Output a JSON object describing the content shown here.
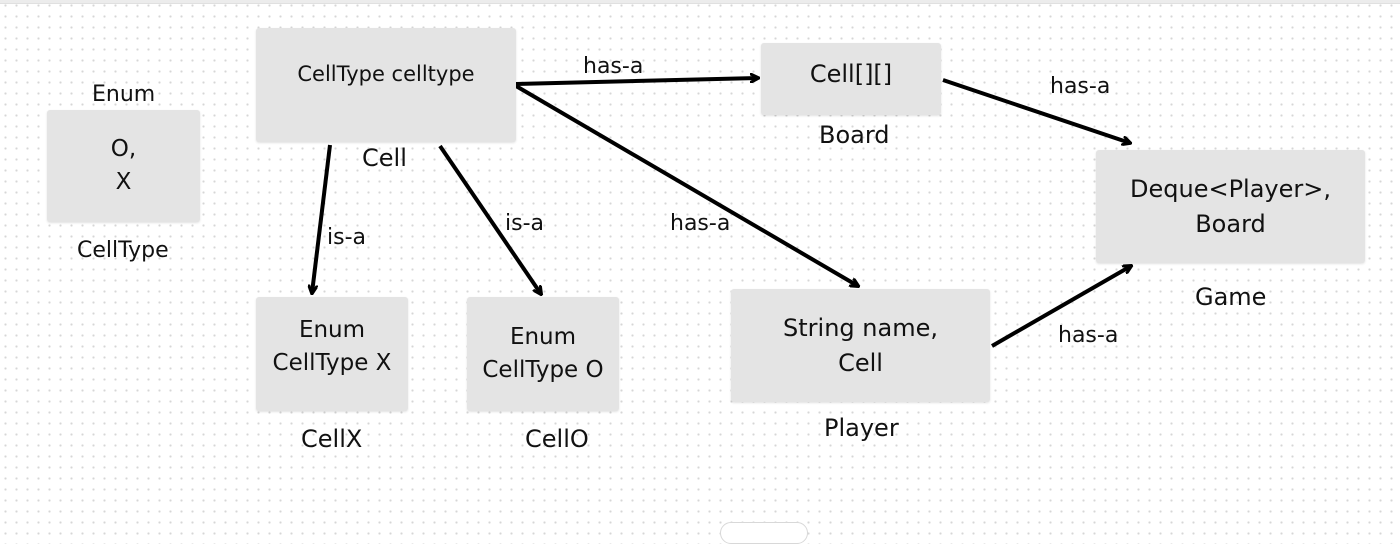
{
  "nodes": {
    "celltype_enum": {
      "text": "O,\nX",
      "caption": "CellType",
      "header": "Enum"
    },
    "cell": {
      "text": "CellType celltype",
      "caption": "Cell"
    },
    "board": {
      "text": "Cell[][]",
      "caption": "Board"
    },
    "game": {
      "text": "Deque<Player>,\nBoard",
      "caption": "Game"
    },
    "cellx": {
      "text": "Enum\nCellType X",
      "caption": "CellX"
    },
    "cello": {
      "text": "Enum\nCellType O",
      "caption": "CellO"
    },
    "player": {
      "text": "String name,\nCell",
      "caption": "Player"
    }
  },
  "edges": [
    {
      "from": "Cell",
      "to": "Board",
      "label": "has-a"
    },
    {
      "from": "Board",
      "to": "Game",
      "label": "has-a"
    },
    {
      "from": "Cell",
      "to": "Player",
      "label": "has-a"
    },
    {
      "from": "Player",
      "to": "Game",
      "label": "has-a"
    },
    {
      "from": "Cell",
      "to": "CellX",
      "label": "is-a"
    },
    {
      "from": "Cell",
      "to": "CellO",
      "label": "is-a"
    }
  ],
  "colors": {
    "box_fill": "#e4e4e4",
    "arrow": "#000000",
    "text": "#111111",
    "canvas_dots": "#d6d6d6"
  }
}
